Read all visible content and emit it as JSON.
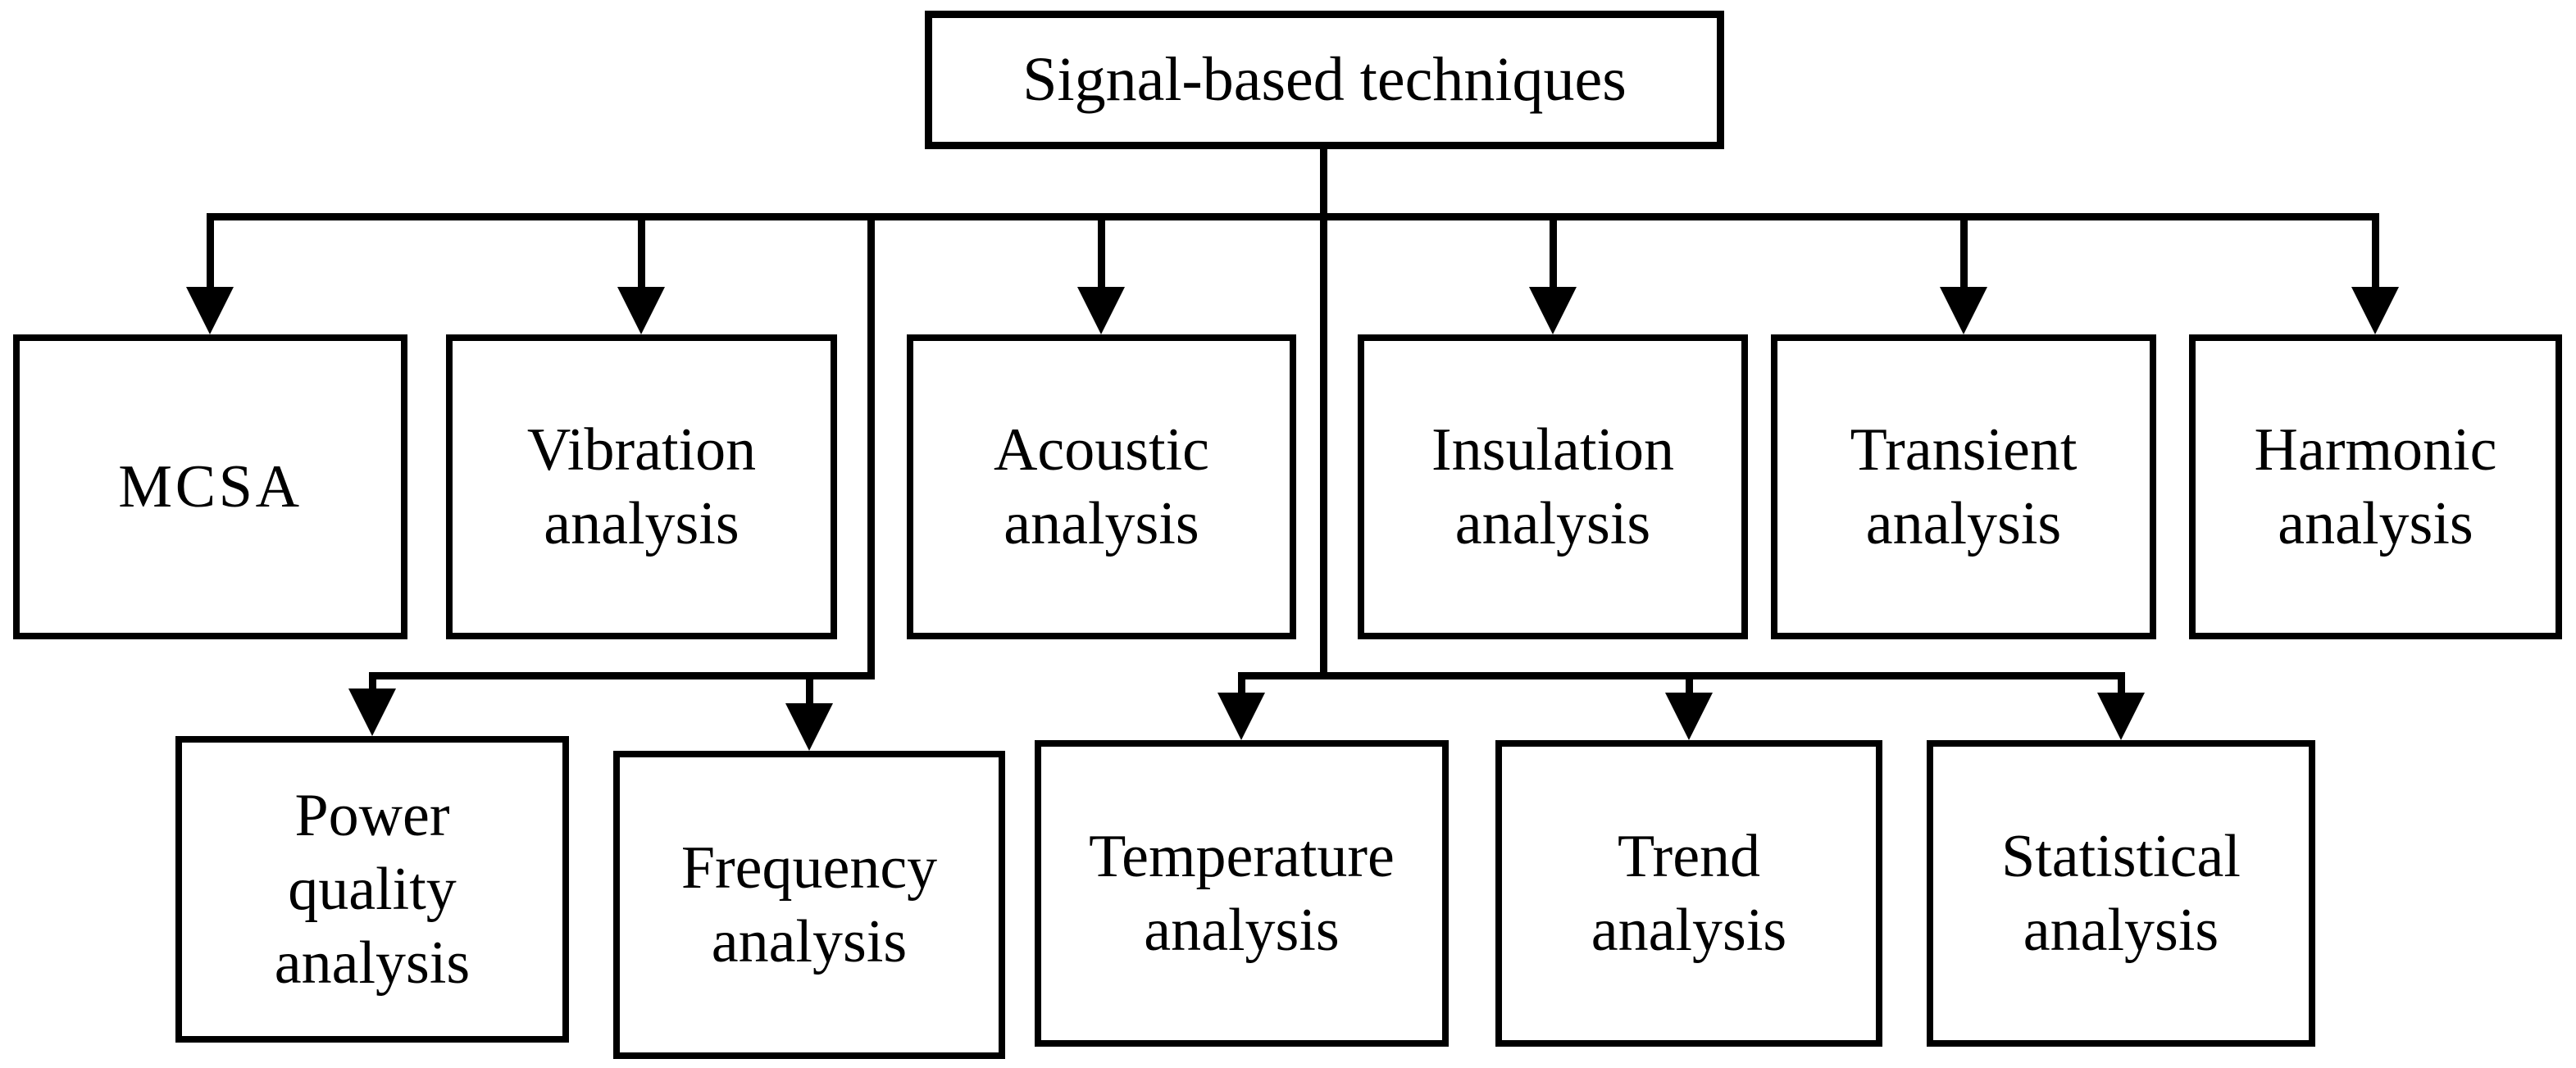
{
  "diagram": {
    "root": {
      "label": "Signal-based techniques"
    },
    "level1": [
      {
        "label": "MCSA"
      },
      {
        "label": "Vibration\nanalysis"
      },
      {
        "label": "Acoustic\nanalysis"
      },
      {
        "label": "Insulation\nanalysis"
      },
      {
        "label": "Transient\nanalysis"
      },
      {
        "label": "Harmonic\nanalysis"
      }
    ],
    "level2": [
      {
        "label": "Power\nquality\nanalysis"
      },
      {
        "label": "Frequency\nanalysis"
      },
      {
        "label": "Temperature\nanalysis"
      },
      {
        "label": "Trend\nanalysis"
      },
      {
        "label": "Statistical\nanalysis"
      }
    ],
    "colors": {
      "line": "#000000",
      "background": "#ffffff",
      "text": "#000000"
    }
  }
}
